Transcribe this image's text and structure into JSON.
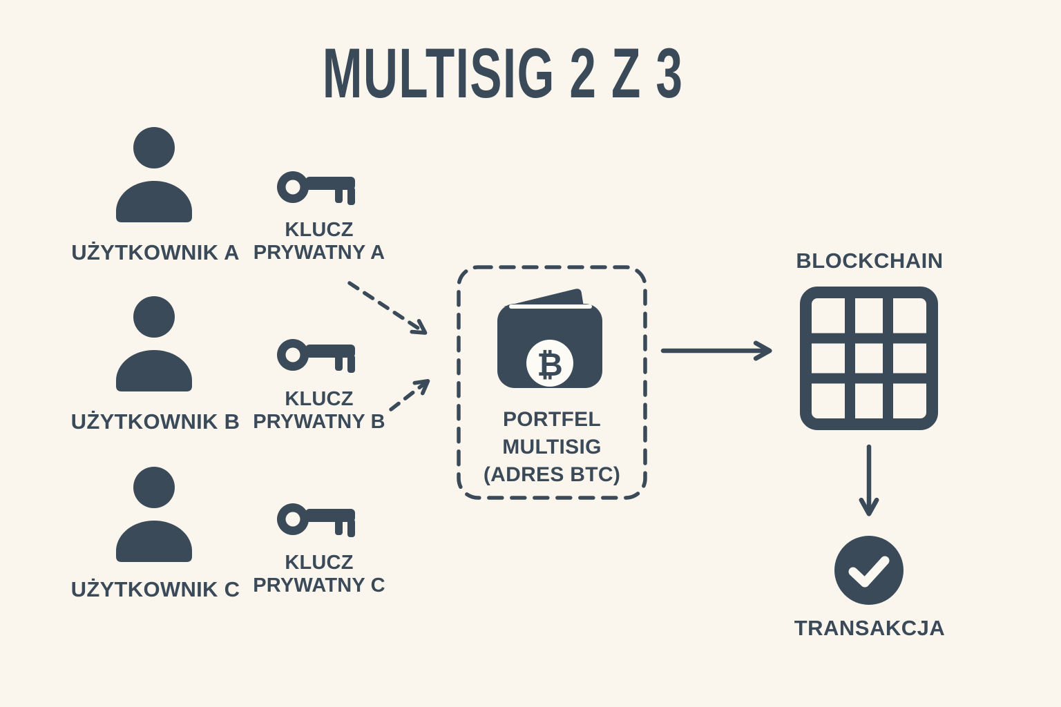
{
  "colors": {
    "background": "#faf6ee",
    "ink": "#3b4a59",
    "wallet_circle": "#fdfbf5",
    "checkmark": "#fbf8f1"
  },
  "title": "MULTISIG 2 Z 3",
  "rows": [
    {
      "user": "UŻYTKOWNIK A",
      "key_line1": "KLUCZ",
      "key_line2": "PRYWATNY A"
    },
    {
      "user": "UŻYTKOWNIK B",
      "key_line1": "KLUCZ",
      "key_line2": "PRYWATNY B"
    },
    {
      "user": "UŻYTKOWNIK C",
      "key_line1": "KLUCZ",
      "key_line2": "PRYWATNY C"
    }
  ],
  "wallet": {
    "symbol": "₿",
    "line1": "PORTFEL",
    "line2": "MULTISIG",
    "line3": "(ADRES BTC)"
  },
  "blockchain_label": "BLOCKCHAIN",
  "transaction_label": "TRANSAKCJA"
}
